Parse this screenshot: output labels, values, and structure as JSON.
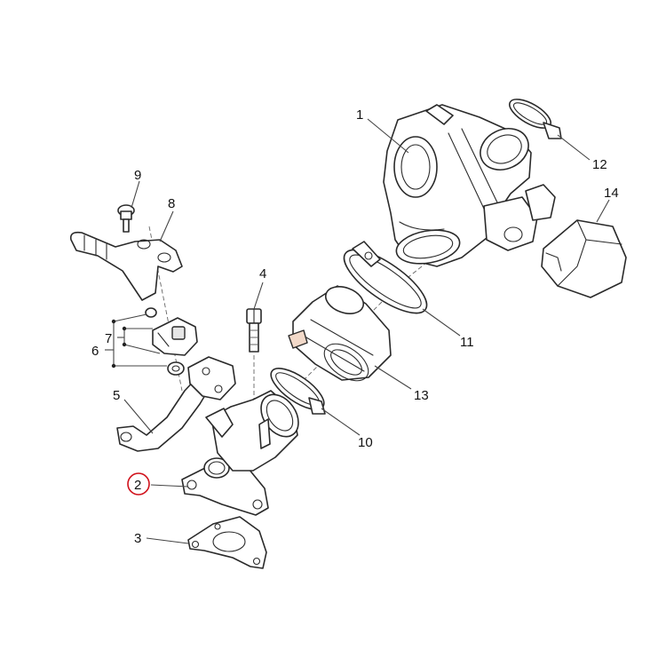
{
  "callouts": [
    {
      "id": "1",
      "label": "1"
    },
    {
      "id": "2",
      "label": "2",
      "highlight_color": "#d0101a"
    },
    {
      "id": "3",
      "label": "3"
    },
    {
      "id": "4",
      "label": "4"
    },
    {
      "id": "5",
      "label": "5"
    },
    {
      "id": "6",
      "label": "6"
    },
    {
      "id": "7",
      "label": "7"
    },
    {
      "id": "8",
      "label": "8"
    },
    {
      "id": "9",
      "label": "9"
    },
    {
      "id": "10",
      "label": "10"
    },
    {
      "id": "11",
      "label": "11"
    },
    {
      "id": "12",
      "label": "12"
    },
    {
      "id": "13",
      "label": "13"
    },
    {
      "id": "14",
      "label": "14"
    }
  ],
  "colors": {
    "line": "#2a2a2a",
    "highlight": "#d0101a",
    "background": "#ffffff"
  }
}
